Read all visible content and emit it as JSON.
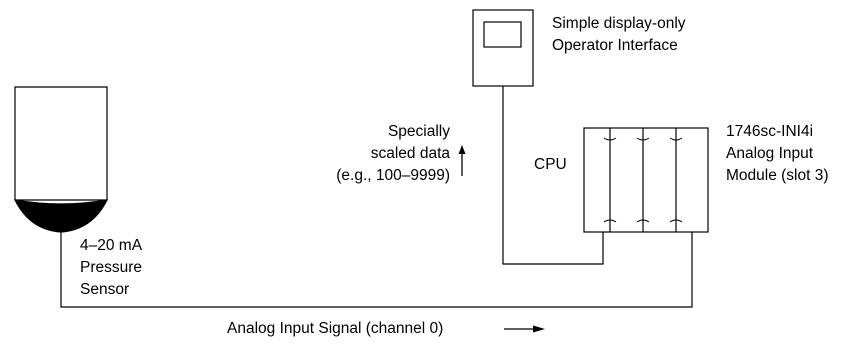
{
  "operator_interface": {
    "label_line1": "Simple display-only",
    "label_line2": "Operator Interface"
  },
  "data_note": {
    "line1": "Specially",
    "line2": "scaled data",
    "line3": "(e.g., 100–9999)"
  },
  "plc": {
    "cpu_label": "CPU"
  },
  "module": {
    "line1": "1746sc-INI4i",
    "line2": "Analog Input",
    "line3": "Module (slot 3)"
  },
  "sensor": {
    "line1": "4–20 mA",
    "line2": "Pressure",
    "line3": "Sensor"
  },
  "signal": {
    "label": "Analog Input Signal (channel 0)"
  }
}
